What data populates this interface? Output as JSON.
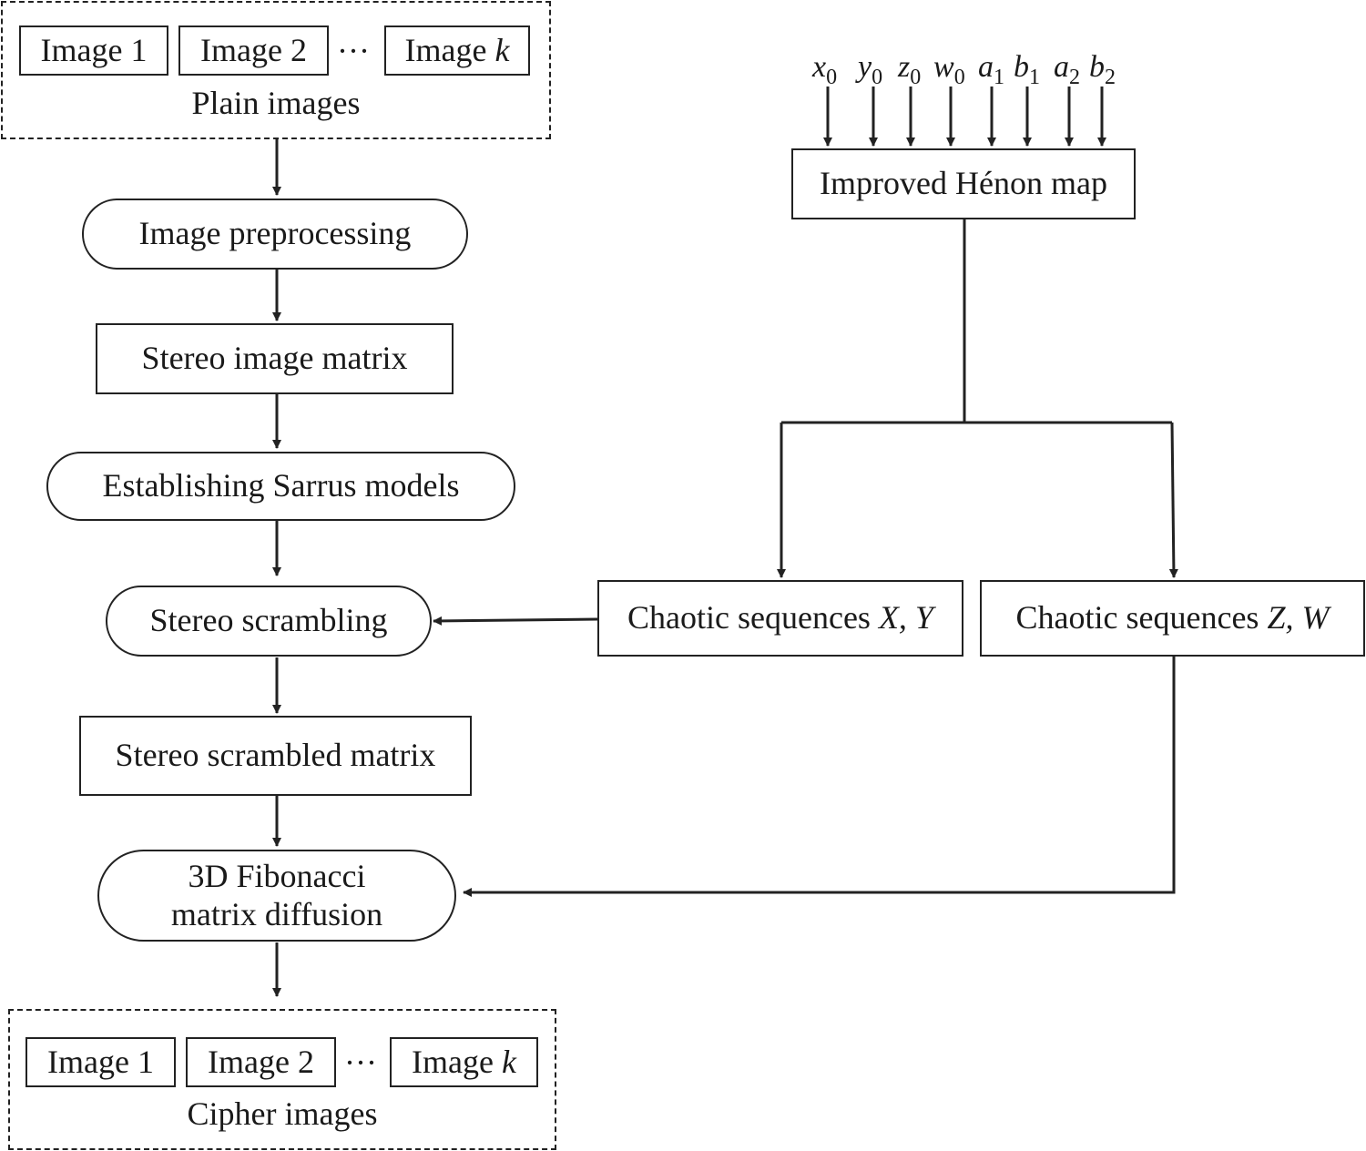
{
  "plain_group": {
    "images": [
      {
        "prefix": "Image ",
        "index": "1",
        "index_italic": false
      },
      {
        "prefix": "Image ",
        "index": "2",
        "index_italic": false
      },
      {
        "prefix": "Image ",
        "index": "k",
        "index_italic": true
      }
    ],
    "ellipsis": "···",
    "label": "Plain images"
  },
  "cipher_group": {
    "images": [
      {
        "prefix": "Image ",
        "index": "1",
        "index_italic": false
      },
      {
        "prefix": "Image ",
        "index": "2",
        "index_italic": false
      },
      {
        "prefix": "Image ",
        "index": "k",
        "index_italic": true
      }
    ],
    "ellipsis": "···",
    "label": "Cipher images"
  },
  "steps": {
    "preprocessing": "Image preprocessing",
    "stereo_matrix": "Stereo image matrix",
    "sarrus": "Establishing Sarrus models",
    "scrambling": "Stereo scrambling",
    "scrambled_matrix": "Stereo scrambled matrix",
    "diffusion_line1": "3D Fibonacci",
    "diffusion_line2": "matrix diffusion"
  },
  "henon": {
    "label": "Improved Hénon map",
    "params": [
      {
        "var": "x",
        "sub": "0"
      },
      {
        "var": "y",
        "sub": "0"
      },
      {
        "var": "z",
        "sub": "0"
      },
      {
        "var": "w",
        "sub": "0"
      },
      {
        "var": "a",
        "sub": "1"
      },
      {
        "var": "b",
        "sub": "1"
      },
      {
        "var": "a",
        "sub": "2"
      },
      {
        "var": "b",
        "sub": "2"
      }
    ]
  },
  "sequences": {
    "xy_prefix": "Chaotic sequences ",
    "xy_vars": "X, Y",
    "zw_prefix": "Chaotic sequences ",
    "zw_vars": "Z, W"
  }
}
